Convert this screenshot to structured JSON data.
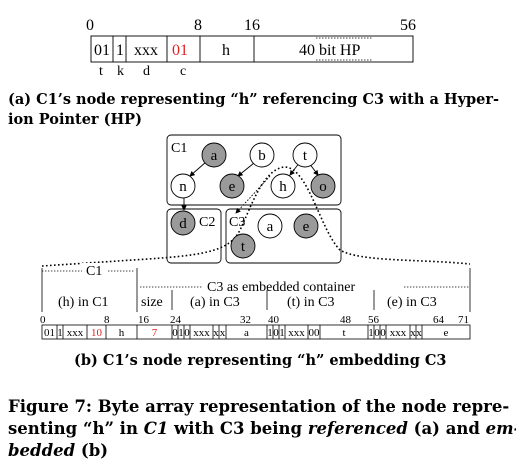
{
  "part_a": {
    "offsets": [
      "0",
      "8",
      "16",
      "56"
    ],
    "cells": [
      "01",
      "1",
      "xxx",
      "01",
      "h",
      "40 bit HP"
    ],
    "highlight_color": "#e02020",
    "bit_labels": [
      "t",
      "k",
      "d",
      "c"
    ],
    "caption": "(a) C1’s node representing “h” referencing C3 with a Hyper-",
    "caption_2": "ion Pointer (HP)"
  },
  "tree": {
    "containers": [
      "C1",
      "C2",
      "C3"
    ],
    "nodes": [
      "a",
      "b",
      "t",
      "n",
      "e",
      "h",
      "o",
      "d",
      "a",
      "e",
      "t"
    ],
    "grey_fill": "#9a9a9a"
  },
  "part_b": {
    "top_label_c1": "C1",
    "top_label_c3": "C3 as embedded container",
    "section_labels": [
      "(h) in C1",
      "size",
      "(a) in C3",
      "(t) in C3",
      "(e) in C3"
    ],
    "offsets": [
      "0",
      "8",
      "16",
      "24",
      "32",
      "40",
      "48",
      "56",
      "64",
      "71"
    ],
    "cells": [
      "01",
      "1",
      "xxx",
      "10",
      "h",
      "7",
      "0",
      "1",
      "0",
      "xxx",
      "x",
      "x",
      "a",
      "1",
      "0",
      "1",
      "xxx",
      "00",
      "t",
      "1",
      "0",
      "0",
      "xxx",
      "x",
      "x",
      "e"
    ],
    "caption": "(b) C1’s node representing “h” embedding C3"
  },
  "figure_caption": {
    "line1": "Figure 7: Byte array representation of the node repre-",
    "line2_pre": "senting “h” in ",
    "line2_c1": "C1",
    "line2_mid": " with C3 being ",
    "line2_ref": "referenced",
    "line2_post": " (a) and ",
    "line2_em": "em-",
    "line3_em": "bedded",
    "line3_post": " (b)"
  }
}
